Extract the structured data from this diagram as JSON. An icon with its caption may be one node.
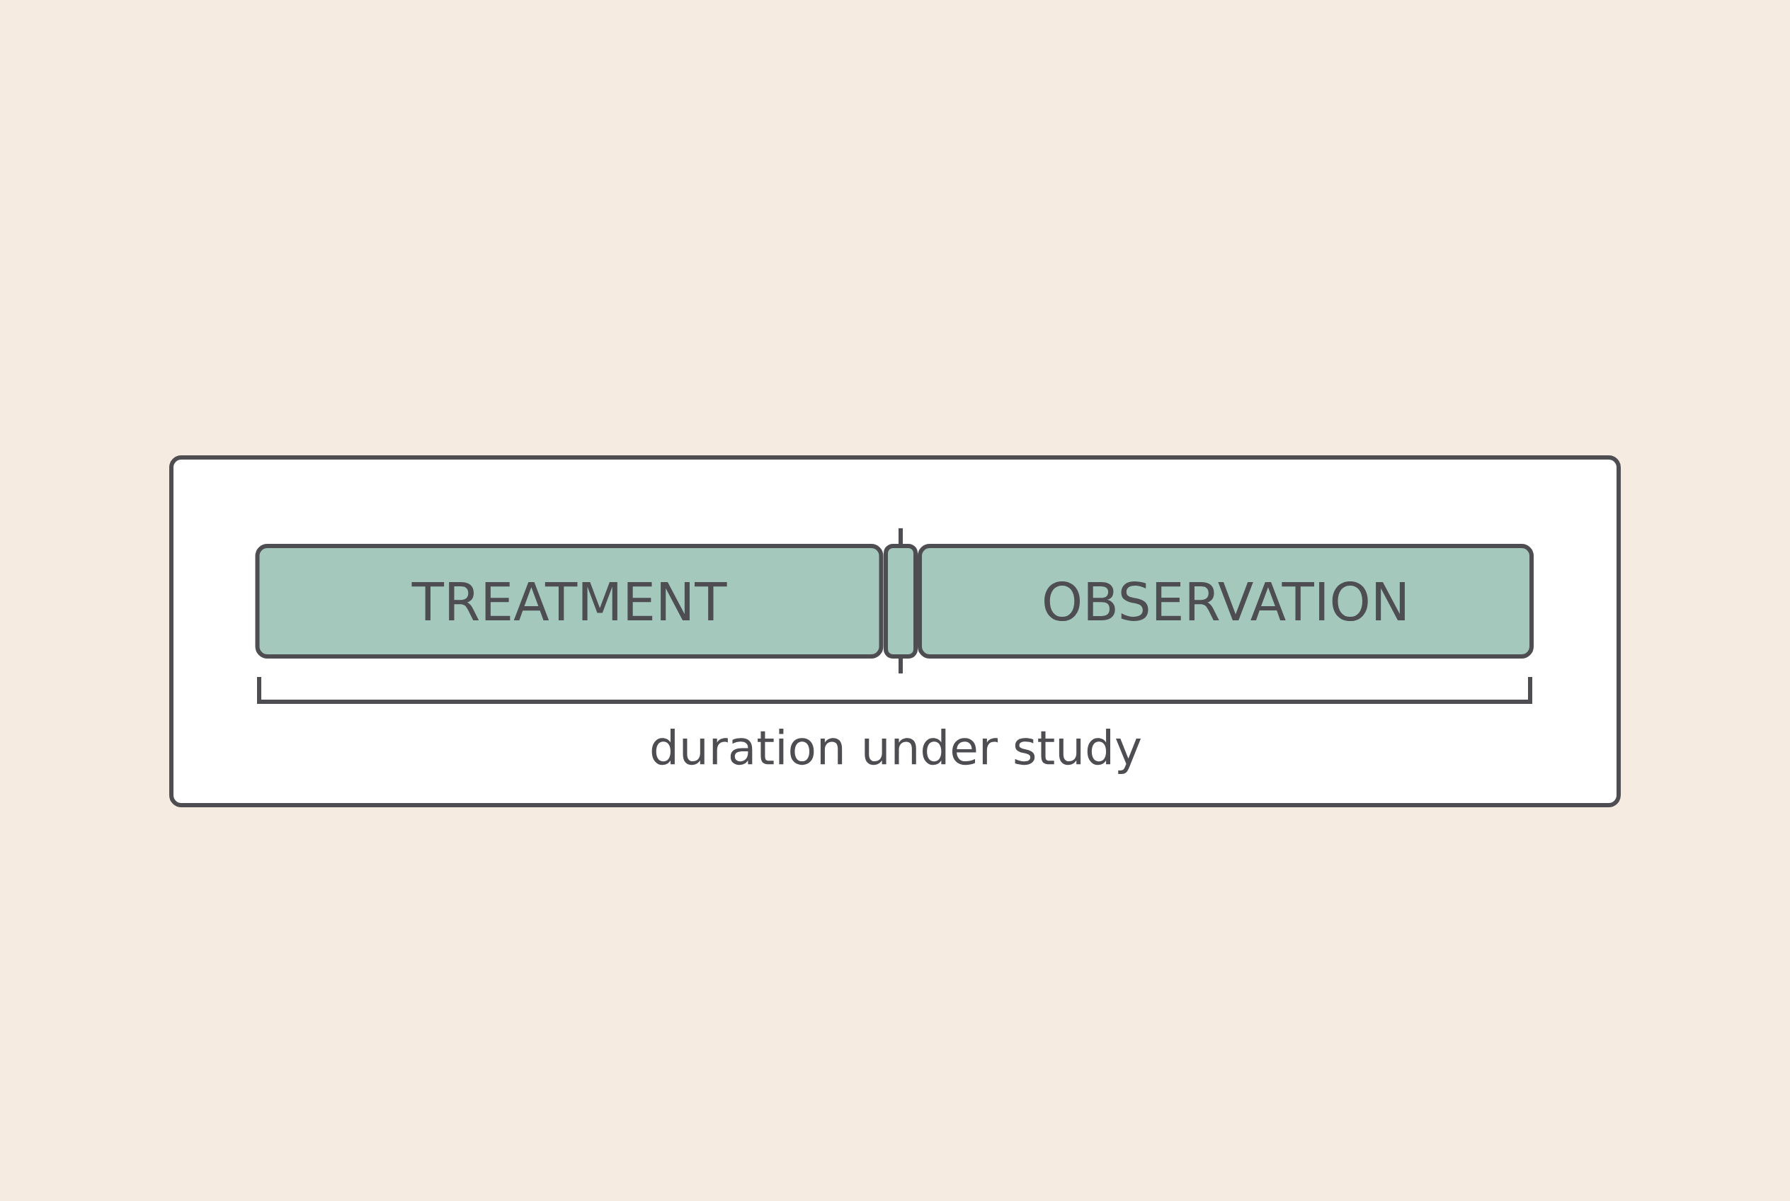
{
  "diagram": {
    "nodes": [
      {
        "text": [
          "TREATMENT"
        ]
      },
      {
        "text": [
          "OBSERVATION"
        ]
      }
    ],
    "labels": [
      "duration under study"
    ]
  }
}
